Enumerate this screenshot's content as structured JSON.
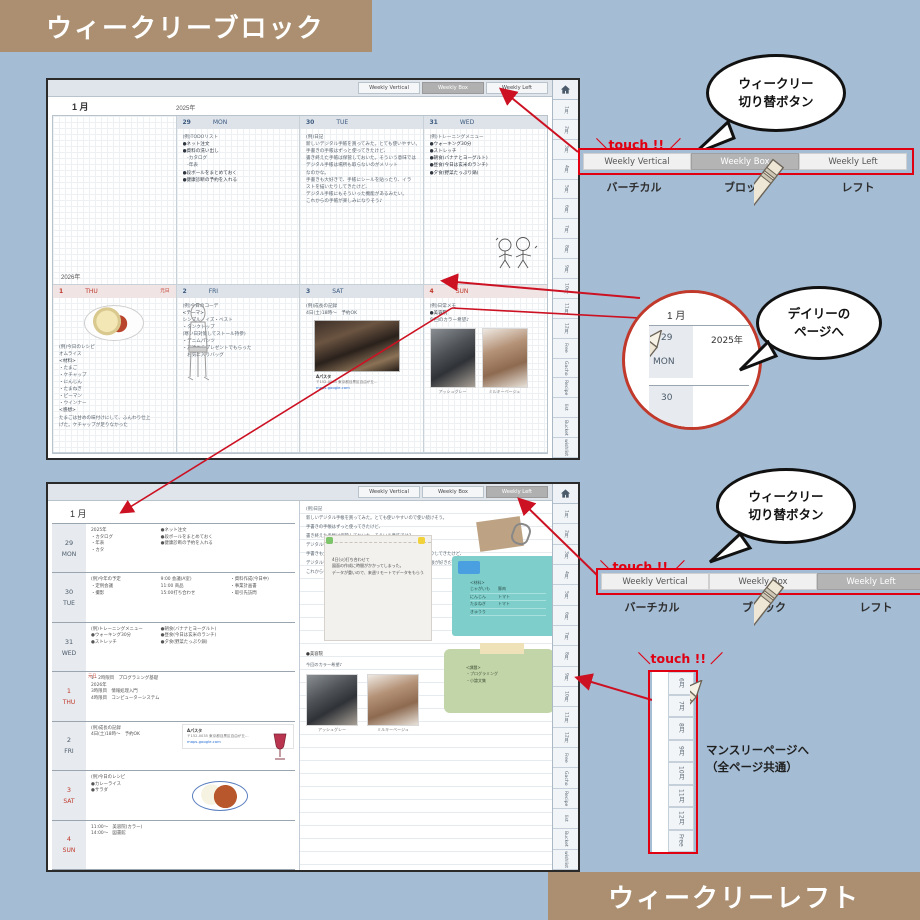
{
  "banners": {
    "top": "ウィークリーブロック",
    "bottom": "ウィークリーレフト"
  },
  "weekly_tabs": {
    "vertical": "Weekly Vertical",
    "box": "Weekly Box",
    "left": "Weekly Left",
    "labels": {
      "vertical": "バーチカル",
      "box": "ブロック",
      "left": "レフト"
    }
  },
  "callouts": {
    "weekly_switch": {
      "line1": "ウィークリー",
      "line2": "切り替ボタン"
    },
    "daily_page": {
      "line1": "デイリーの",
      "line2": "ページへ"
    },
    "touch": "＼touch !! ／",
    "monthly_note": {
      "line1": "マンスリーページへ",
      "line2": "（全ページ共通）"
    }
  },
  "rail": {
    "home_icon": "home-icon",
    "items": [
      "1月",
      "2月",
      "3月",
      "4月",
      "5月",
      "6月",
      "7月",
      "8月",
      "9月",
      "10月",
      "11月",
      "12月",
      "Free",
      "Gacho",
      "Recipe",
      "list",
      "Bucket",
      "wishlist"
    ],
    "monthly_tab_zoom": [
      "6月",
      "7月",
      "8月",
      "9月",
      "10月",
      "11月",
      "12月",
      "Free"
    ]
  },
  "weekly_box": {
    "month": "1 月",
    "year": "2025年",
    "year_next": "2026年",
    "cells": [
      {
        "day": "",
        "wd": "",
        "holiday": "",
        "lines": []
      },
      {
        "day": "29",
        "wd": "MON",
        "holiday": "",
        "lines": [
          "(例)TODOリスト",
          "●ネット注文",
          "●資料の洗い出し",
          "　-カタログ",
          "　-年表",
          "●段ボールをまとめておく",
          "●健康診断の予約を入れる"
        ]
      },
      {
        "day": "30",
        "wd": "TUE",
        "holiday": "",
        "lines": [
          "(例)日記",
          "新しいデジタル手帳を買ってみた。とても使いやすい。",
          "手書きの手帳はずっと使ってきたけど、",
          "書き終えた手帳は保管しておいた。そういう意味では",
          "デジタル手帳は場所も取らないのがメリット",
          "なのかな。",
          "手書きも大好きで、手帳にシールを貼ったり、イラ",
          "ストを描いたりしてきたけど、",
          "デジタル手帳にもそういった機能があるみたい。",
          "これからの手帳が楽しみになりそう♪"
        ]
      },
      {
        "day": "31",
        "wd": "WED",
        "holiday": "",
        "lines": [
          "(例)トレーニングメニュー",
          "●ウォーキング30分",
          "●ストレッチ",
          "●朝食(バナナとヨーグルト)",
          "●昼食(今日は玄米のランチ)",
          "●夕食(野菜たっぷり鍋)"
        ]
      },
      {
        "day": "1",
        "wd": "THU",
        "holiday": "元日",
        "lines": [
          "(例)今日のレシピ",
          "オムライス",
          "<材料>",
          "・たまご",
          "・ケチャップ",
          "・にんじん",
          "・たまねぎ",
          "・ピーマン",
          "・ウインナー",
          "<感想>",
          "たまごは甘めの味付けにして、ふんわり仕上",
          "げた。ケチャップが足りなかった"
        ]
      },
      {
        "day": "2",
        "wd": "FRI",
        "holiday": "",
        "lines": [
          "(例)今日のコーデ",
          "<テーマ>",
          "シンプル・イズ・ベスト",
          "・タンクトップ",
          "(寒い日対策してストール持参)",
          "・デニムパンツ",
          "・友達からプレゼントでもらった",
          "　お気に入りバッグ"
        ]
      },
      {
        "day": "3",
        "wd": "SAT",
        "holiday": "",
        "lines": [
          "(例)成長の記録",
          "4日(土)18時～　予約OK"
        ],
        "map_name": "Aパスタ",
        "map_addr": "〒152-0035 東京都目黒区自由が丘…",
        "map_link": "maps.google.com"
      },
      {
        "day": "4",
        "wd": "SUN",
        "holiday": "",
        "lines": [
          "(例)日常メモ",
          "●美容院",
          "今回のカラー希望♪"
        ],
        "captions": [
          "アッシュグレー",
          "ミルキーベージュ"
        ]
      }
    ]
  },
  "weekly_left": {
    "month": "1 月",
    "rows": [
      {
        "day": "29",
        "wd": "MON",
        "holiday": "",
        "col1": [
          "2025年",
          "・カタログ",
          "・年表",
          "・カタ"
        ],
        "col2": [
          "●ネット注文",
          "●段ボールをまとめておく",
          "●健康診断の予約を入れる"
        ],
        "col3": []
      },
      {
        "day": "30",
        "wd": "TUE",
        "holiday": "",
        "col1": [
          "(例)今年の予定",
          "・定例会議",
          "・撮影"
        ],
        "col2": [
          "9:00 会議(A室)",
          "11:00 商品",
          "15:00打ち合わせ"
        ],
        "col3": [
          "・資料作成(今日中)",
          "・事業計画書",
          "・取引先訪問"
        ]
      },
      {
        "day": "31",
        "wd": "WED",
        "holiday": "",
        "col1": [
          "(例)トレーニングメニュー",
          "●ウォーキング30分",
          "●ストレッチ"
        ],
        "col2": [
          "●朝食(バナナとヨーグルト)",
          "●昼食(今日は玄米のランチ)",
          "●夕食(野菜たっぷり鍋)"
        ],
        "col3": []
      },
      {
        "day": "1",
        "wd": "THU",
        "holiday": "元日",
        "col1": [
          "1・2時限目　プログラミング基礎",
          "2026年",
          "3時限目　情報処理入門",
          "4時限目　コンピューターシステム"
        ],
        "col2": [],
        "col3": []
      },
      {
        "day": "2",
        "wd": "FRI",
        "holiday": "",
        "col1": [
          "(例)成長の記録",
          "4日(土)18時～　予約OK"
        ],
        "col2": [],
        "col3": [],
        "map_name": "Aパスタ",
        "map_addr": "〒152-0035 東京都目黒区自由が丘…",
        "map_link": "maps.google.com"
      },
      {
        "day": "3",
        "wd": "SAT",
        "holiday": "",
        "col1": [
          "(例)今日のレシピ",
          "●カレーライス",
          "●サラダ"
        ],
        "col2": [],
        "col3": []
      },
      {
        "day": "4",
        "wd": "SUN",
        "holiday": "",
        "col1": [
          "11:00～　美容院(カラー)",
          "14:00～　図書館"
        ],
        "col2": [],
        "col3": []
      }
    ],
    "right_lines_top": [
      "(例)日記",
      "新しいデジタル手帳を買ってみた。とても使いやすいので使い続けそう。",
      "手書きの手帳はずっと使ってきたけど、",
      "書き終えた手帳は保管しておいた。そういう意味では？",
      "デジタル手帳は場所も取らないのがメリットなのかな。",
      "手書きも大好きで、手帳にシールを貼ったり、イラストを描いたりしてきたけど、",
      "デジタル手帳にもそういった機能があるみたい。日々の記録の手帳が好きだからこそ",
      "これからも楽しみ♪"
    ],
    "memo_note": [
      "4日(火)打ち合わせて",
      "図面の作成に時間がかかってしまった。",
      "データが重いので、来週リモートでデータをもらう。"
    ],
    "teal_note": {
      "title": "<材料>",
      "items": [
        "じゃがいも　　豚肉",
        "にんじん　　　トマト",
        "たまねぎ　　　トマト",
        "きゅうり"
      ]
    },
    "green_note": {
      "title": "<課題>",
      "items": [
        "・プログラミング",
        "・小論文集"
      ]
    },
    "beauty": {
      "heading": "●美容院",
      "sub": "今回のカラー希望♪",
      "captions": [
        "アッシュグレー",
        "ミルキーベージュ"
      ]
    }
  },
  "magnifier": {
    "month": "1 月",
    "day": "29",
    "year": "2025年",
    "wd": "MON",
    "next_day": "30"
  },
  "colors": {
    "page_bg": "#a4bcd4",
    "banner": "#ab8f70",
    "accent_red": "#e00012",
    "magnifier_ring": "#c0392b"
  }
}
